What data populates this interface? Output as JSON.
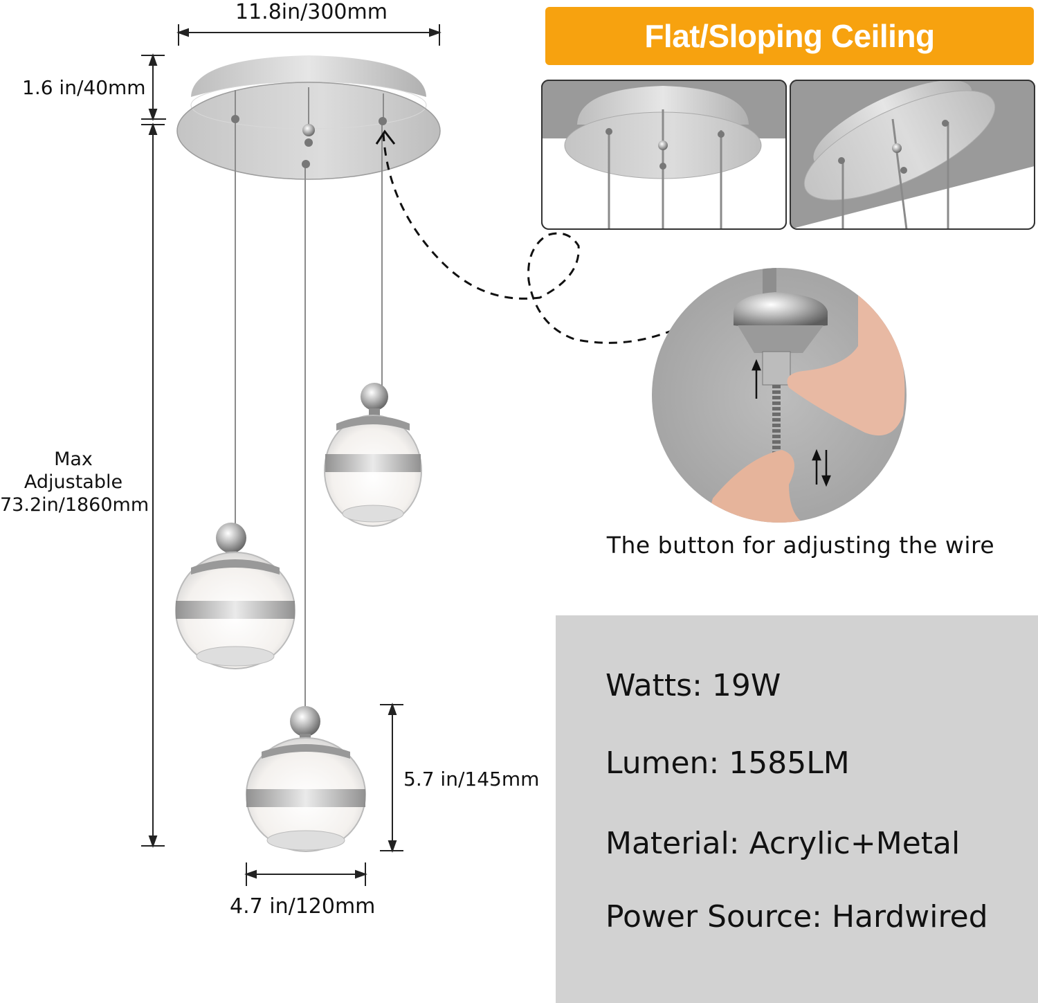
{
  "dimensions": {
    "width_label": "11.8in/300mm",
    "canopy_height_label": "1.6 in/40mm",
    "max_length_label": [
      "Max",
      "Adjustable",
      "73.2in/1860mm"
    ],
    "shade_height_label": "5.7 in/145mm",
    "shade_width_label": "4.7 in/120mm"
  },
  "banner": {
    "label": "Flat/Sloping Ceiling",
    "color": "#f7a20f"
  },
  "ceiling_views": [
    "flat-ceiling",
    "sloping-ceiling"
  ],
  "detail": {
    "caption": "The button for adjusting the wire"
  },
  "specs": [
    {
      "label": "Watts:",
      "value": "19W"
    },
    {
      "label": "Lumen:",
      "value": "1585LM"
    },
    {
      "label": "Material:",
      "value": "Acrylic+Metal"
    },
    {
      "label": "Power Source:",
      "value": "Hardwired"
    }
  ],
  "colors": {
    "panel_bg": "#d2d2d2",
    "chrome": "#c8c8c8",
    "ceiling_gray": "#9a9a9a"
  }
}
